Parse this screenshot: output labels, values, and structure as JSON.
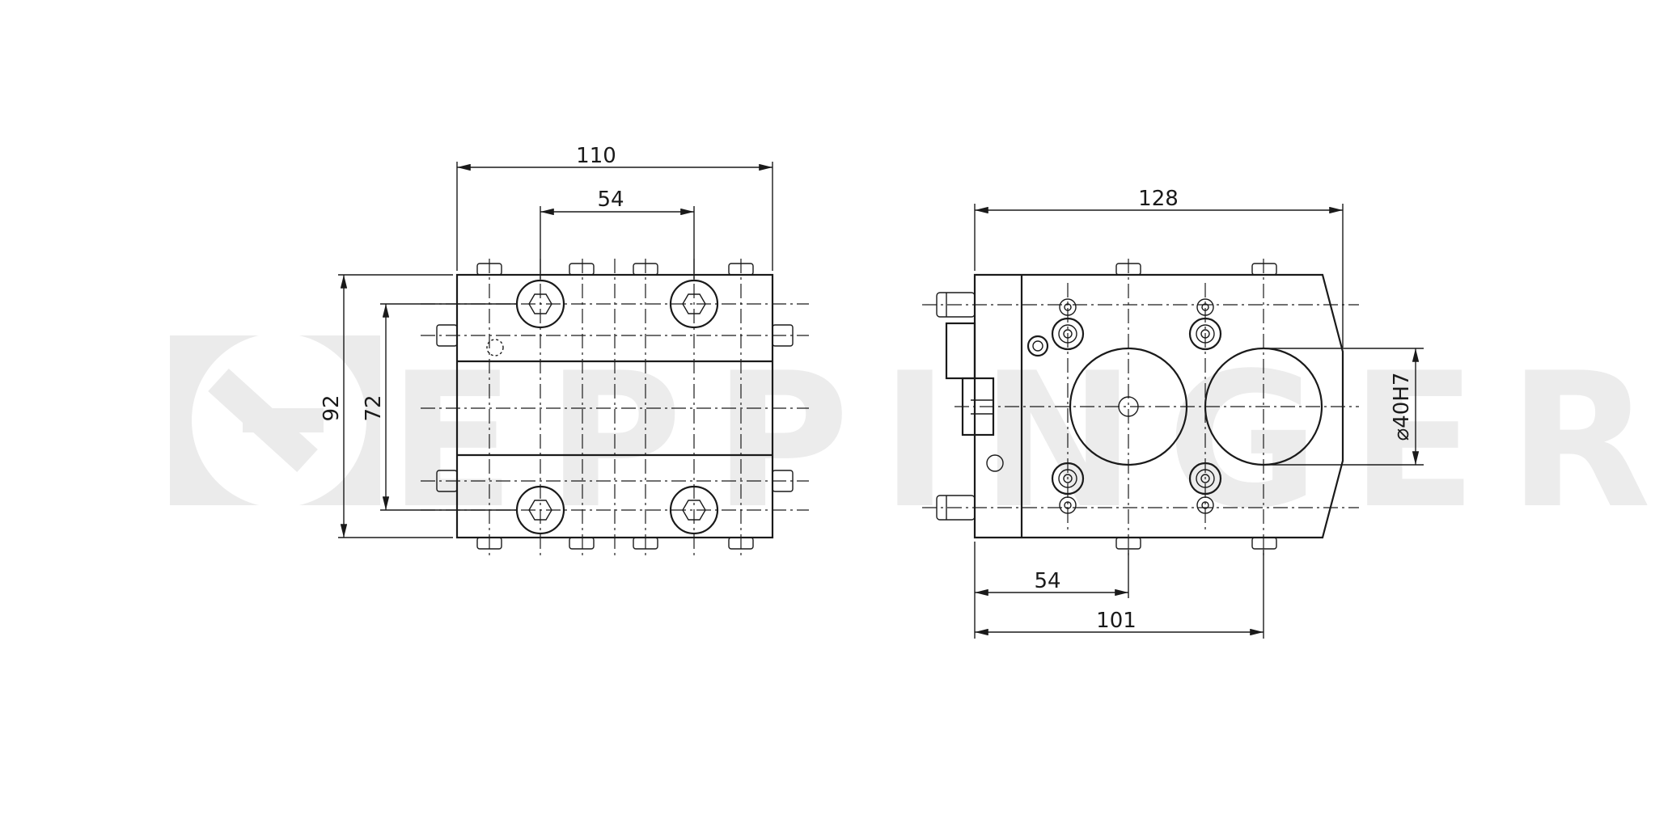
{
  "watermark": {
    "text": "EPPINGER"
  },
  "dimensions": {
    "left_view": {
      "width": "110",
      "bolt_spacing": "54",
      "height": "92",
      "inner_height": "72"
    },
    "right_view": {
      "width": "128",
      "bore_diameter": "⌀40H7",
      "bore1_offset": "54",
      "bore2_offset": "101"
    }
  }
}
